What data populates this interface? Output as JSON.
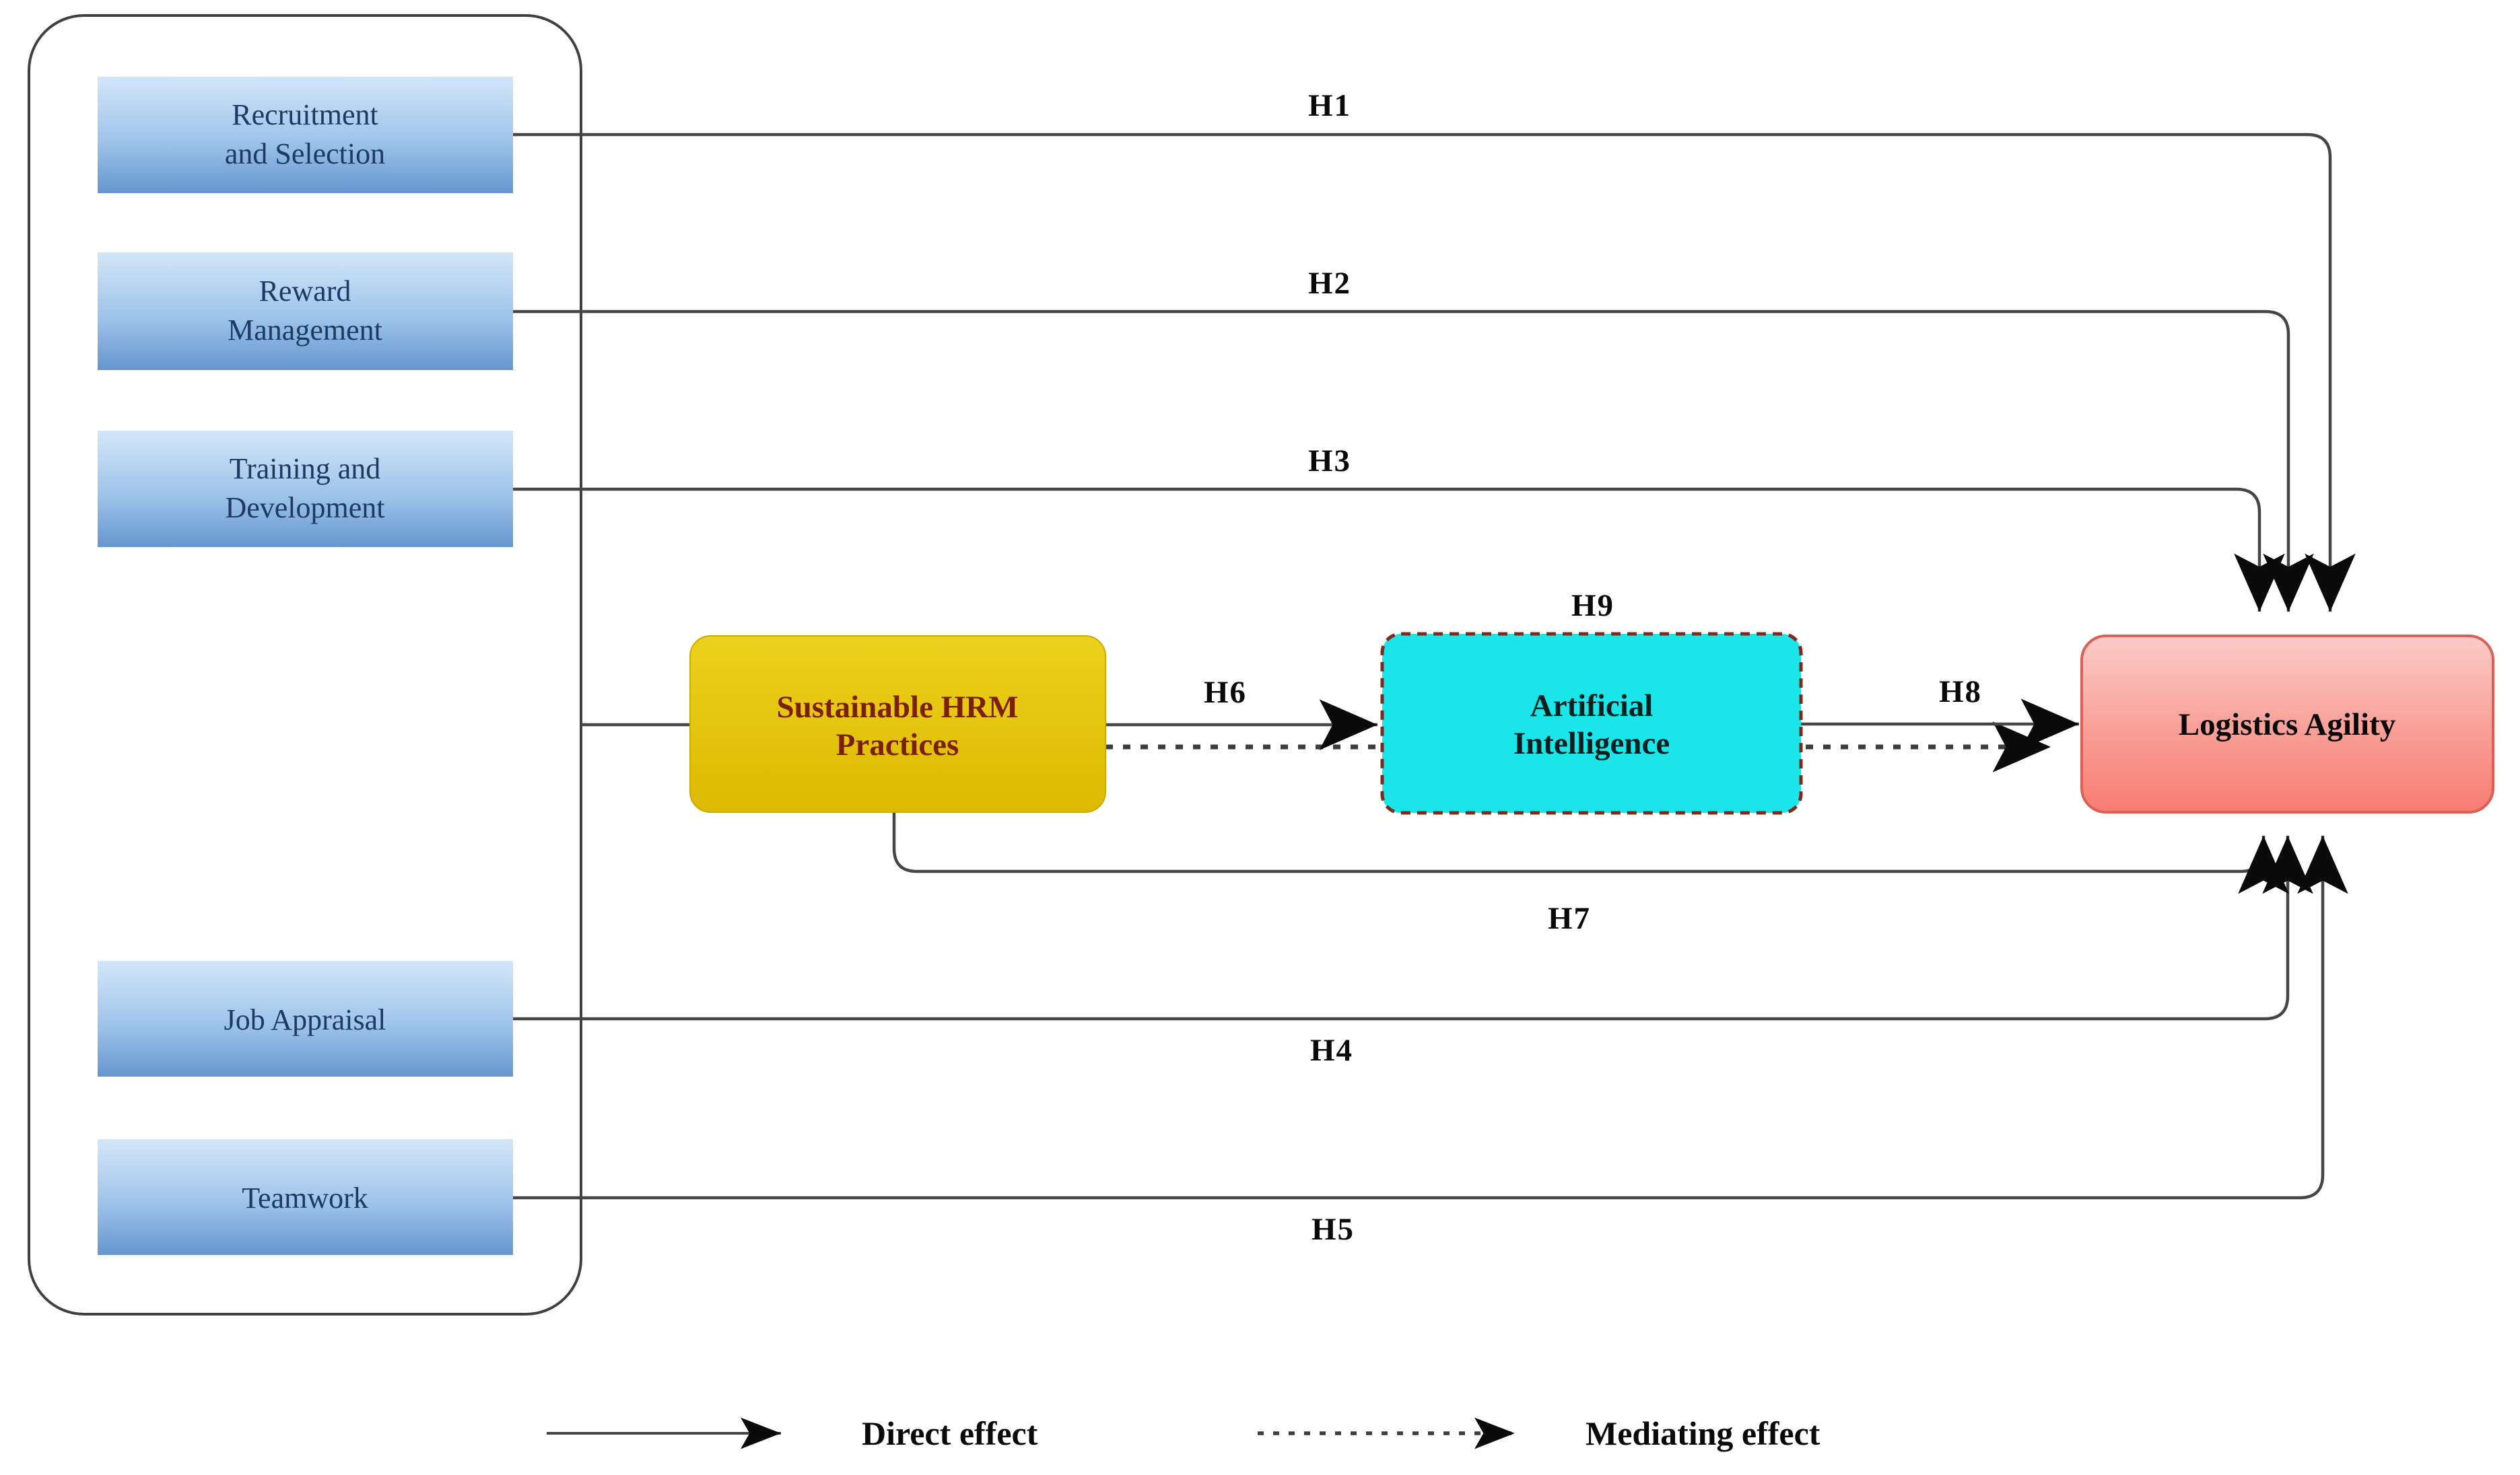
{
  "nodes": {
    "recruitment": {
      "line1": "Recruitment",
      "line2": "and Selection"
    },
    "reward": {
      "line1": "Reward",
      "line2": "Management"
    },
    "training": {
      "line1": "Training and",
      "line2": "Development"
    },
    "job": {
      "label": "Job Appraisal"
    },
    "teamwork": {
      "label": "Teamwork"
    },
    "shrm": {
      "line1": "Sustainable HRM",
      "line2": "Practices"
    },
    "ai": {
      "line1": "Artificial",
      "line2": "Intelligence"
    },
    "logistics": {
      "label": "Logistics Agility"
    }
  },
  "hypotheses": {
    "h1": "H1",
    "h2": "H2",
    "h3": "H3",
    "h4": "H4",
    "h5": "H5",
    "h6": "H6",
    "h7": "H7",
    "h8": "H8",
    "h9": "H9"
  },
  "legend": {
    "direct": "Direct effect",
    "mediating": "Mediating effect"
  },
  "colors": {
    "blue_box_top": "#d3e6f8",
    "blue_box_bottom": "#6596cf",
    "blue_text": "#1c3a63",
    "yellow_fill": "#e3c006",
    "yellow_text": "#7b2004",
    "cyan_fill": "#1ae5e8",
    "cyan_dashed_border": "#7e2a1c",
    "pink_top": "#fccbc8",
    "pink_bottom": "#f87c72",
    "pink_border": "#d96055",
    "line": "#454545",
    "background": "#ffffff"
  }
}
